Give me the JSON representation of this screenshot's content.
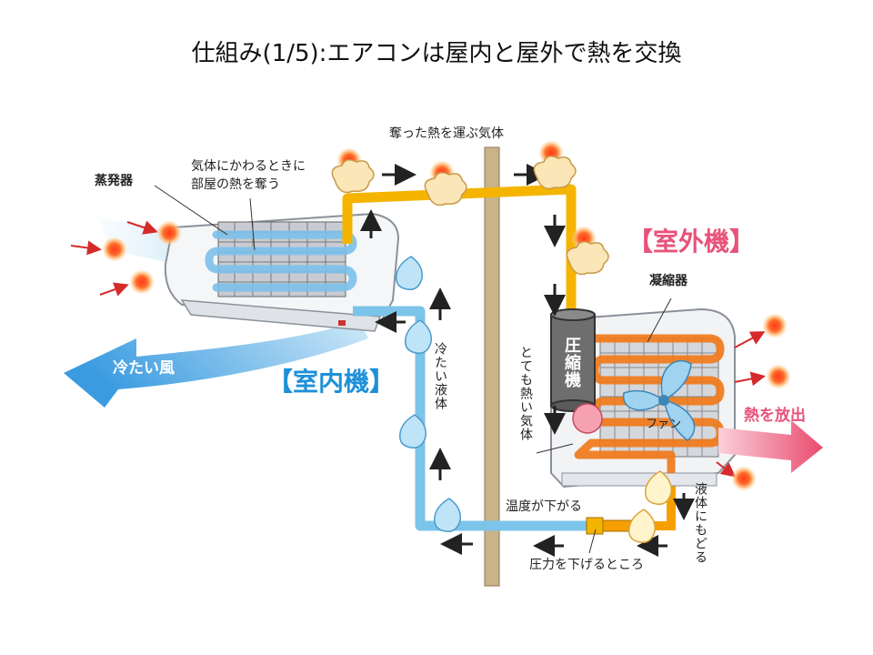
{
  "slide": {
    "title": "仕組み(1/5):エアコンは屋内と屋外で熱を交換"
  },
  "labels": {
    "evaporator": "蒸発器",
    "absorb_heat": [
      "気体にかわるときに",
      "部屋の熱を奪う"
    ],
    "gas_carrying_heat": "奪った熱を運ぶ気体",
    "outdoor_unit": "【室外機】",
    "condenser": "凝縮器",
    "indoor_unit": "【室内機】",
    "cold_air": "冷たい風",
    "cold_liquid": "冷たい液体",
    "very_hot_gas": "とても熱い気体",
    "compressor": "圧縮機",
    "fan": "ファン",
    "release_heat": "熱を放出",
    "back_to_liquid": "液体にもどる",
    "temp_drops": "温度が下がる",
    "pressure_drop_point": "圧力を下げるところ"
  },
  "colors": {
    "hot_pipe": "#f5b400",
    "cold_pipe": "#7cc4ea",
    "condenser_coil": "#f07a1a",
    "evaporator_coil": "#7cc0ea",
    "pole": "#c9b48a",
    "outdoor_title": "#e8537a",
    "indoor_title": "#1e90d8"
  }
}
